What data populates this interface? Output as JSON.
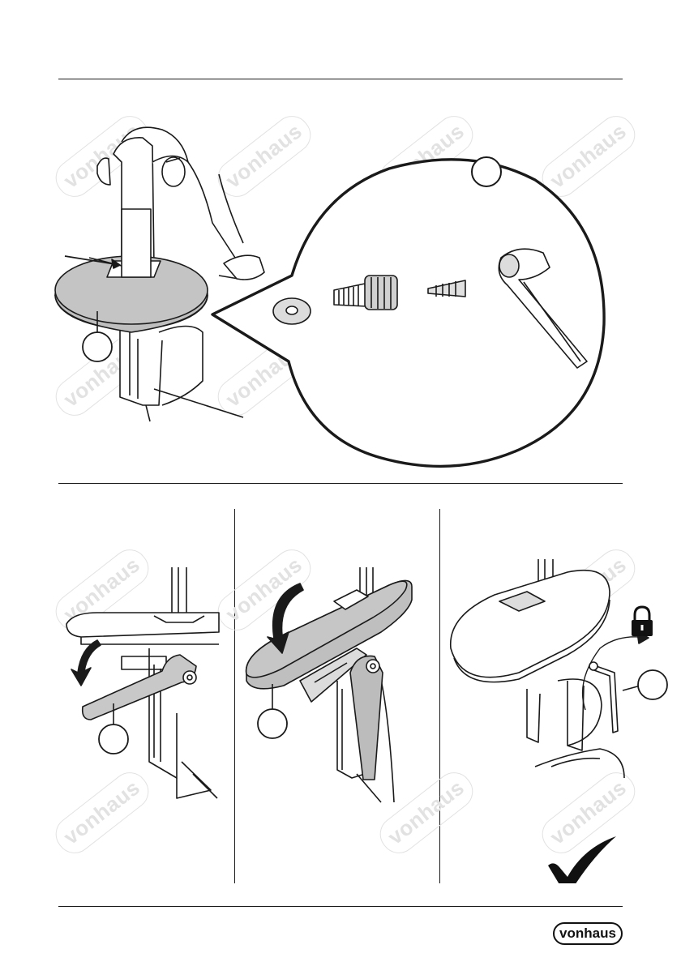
{
  "brand": {
    "name": "vonhaus"
  },
  "watermarks": [
    {
      "text": "vonhaus"
    },
    {
      "text": "vonhaus"
    },
    {
      "text": "vonhaus"
    },
    {
      "text": "vonhaus"
    },
    {
      "text": "vonhaus"
    },
    {
      "text": "vonhaus"
    },
    {
      "text": "vonhaus"
    },
    {
      "text": "vonhaus"
    },
    {
      "text": "vonhaus"
    },
    {
      "text": "vonhaus"
    },
    {
      "text": "vonhaus"
    },
    {
      "text": "vonhaus"
    }
  ],
  "icons": {
    "step_callout": "blank-circle-callout",
    "lock": "padlock-icon",
    "done": "checkmark-icon"
  },
  "colors": {
    "line": "#1a1a1a",
    "table_top": "#bfbfbf",
    "watermark": "#e2e2e2"
  }
}
